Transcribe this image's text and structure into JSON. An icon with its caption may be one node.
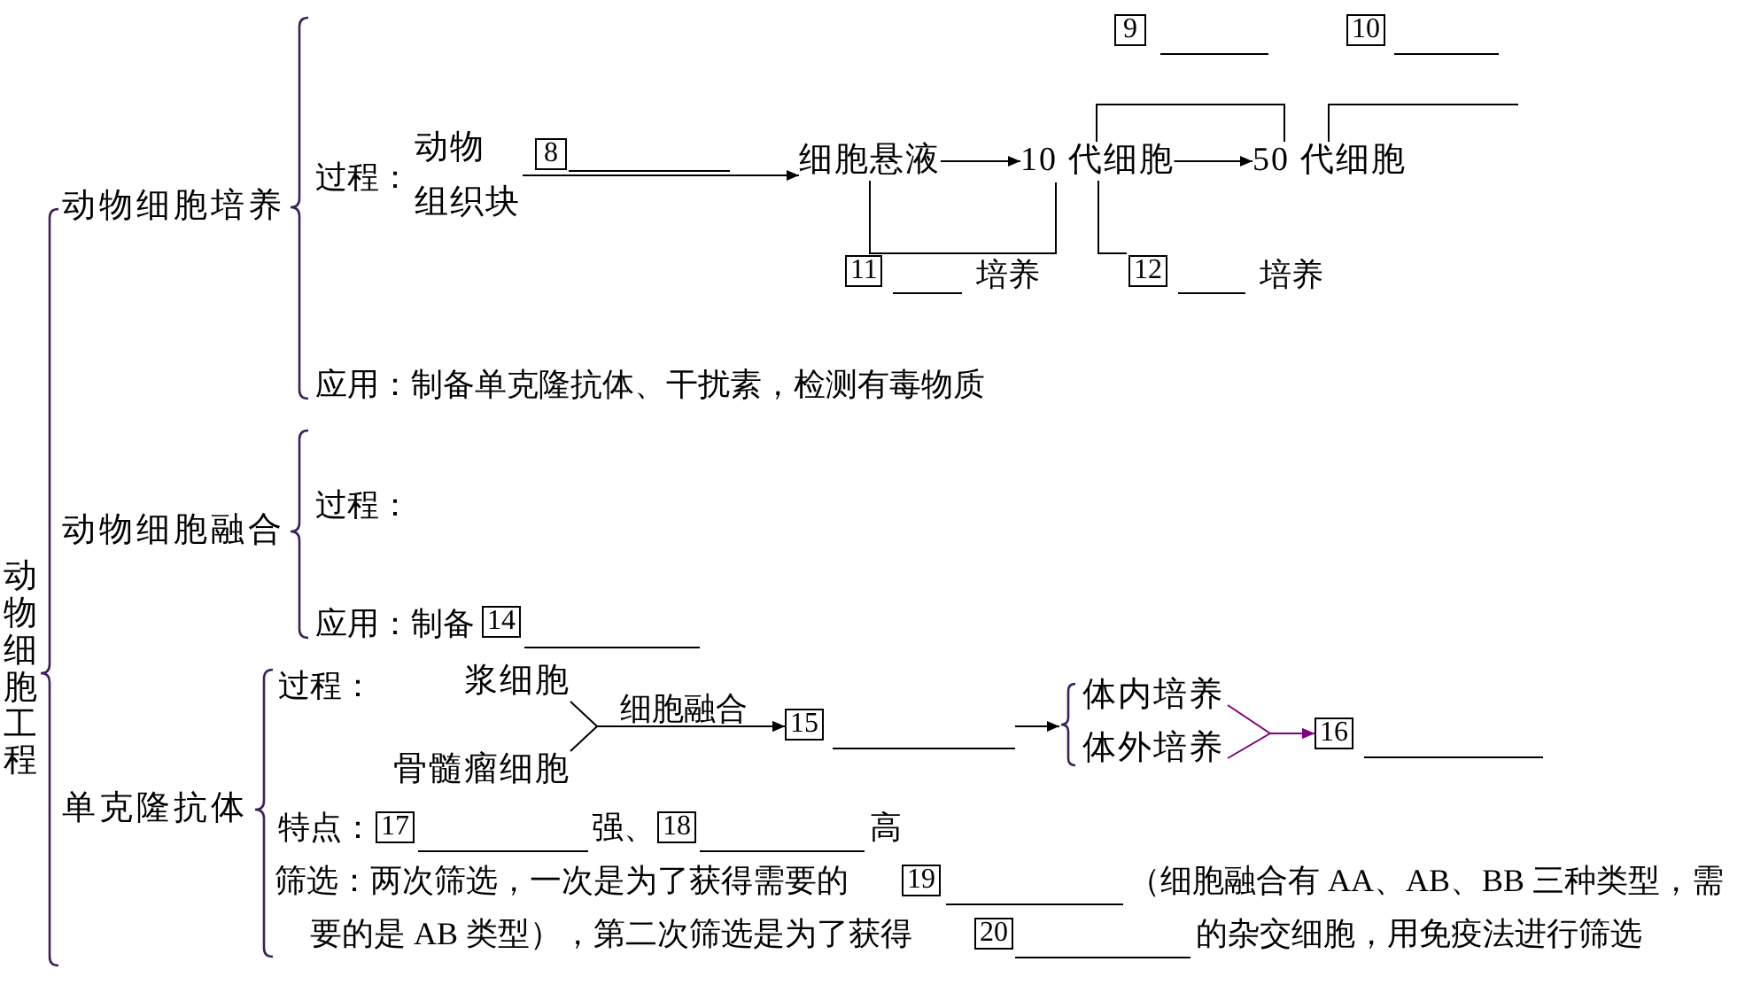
{
  "diagram": {
    "nodes": [
      {
        "text": [
          "9"
        ]
      },
      {
        "text": [
          "10"
        ]
      },
      {
        "text": [
          "动物组织块"
        ]
      },
      {
        "text": [
          "8"
        ]
      },
      {
        "text": [
          "细胞悬液"
        ]
      },
      {
        "text": [
          "10 代细胞"
        ]
      },
      {
        "text": [
          "50 代细胞"
        ]
      },
      {
        "text": [
          "11"
        ],
        "beside": [
          "培养"
        ]
      },
      {
        "text": [
          "12"
        ],
        "beside": [
          "培养"
        ]
      },
      {
        "text": [
          "14"
        ]
      },
      {
        "text": [
          "浆细胞"
        ]
      },
      {
        "text": [
          "骨髓瘤细胞"
        ]
      },
      {
        "text": [
          "15"
        ]
      },
      {
        "text": [
          "体内培养"
        ]
      },
      {
        "text": [
          "体外培养"
        ]
      },
      {
        "text": [
          "16"
        ]
      },
      {
        "text": [
          "17"
        ],
        "beside": [
          "强、"
        ]
      },
      {
        "text": [
          "18"
        ],
        "beside": [
          "高"
        ]
      },
      {
        "text": [
          "19"
        ]
      },
      {
        "text": [
          "20"
        ]
      }
    ],
    "edges": [
      {
        "from": 2,
        "to": 4,
        "arrow": "to"
      },
      {
        "from": 4,
        "to": 5,
        "arrow": "to"
      },
      {
        "from": 5,
        "to": 6,
        "arrow": "to"
      },
      {
        "from": 10,
        "to": 12,
        "arrow": "to",
        "label": "细胞融合"
      },
      {
        "from": 11,
        "to": 12,
        "arrow": "to"
      },
      {
        "from": 12,
        "to": 13,
        "arrow": "to"
      },
      {
        "from": 12,
        "to": 14,
        "arrow": "to"
      },
      {
        "from": 13,
        "to": 15,
        "arrow": "to",
        "color": "#800080"
      },
      {
        "from": 14,
        "to": 15,
        "arrow": "to",
        "color": "#800080"
      }
    ],
    "labels": [
      "动物细胞工程",
      "动物细胞培养",
      "过程：",
      "应用：制备单克隆抗体、干扰素，检测有毒物质",
      "动物细胞融合",
      "过程：",
      "应用：制备",
      "单克隆抗体",
      "过程：",
      "特点：",
      "筛选：两次筛选，一次是为了获得需要的",
      "（细胞融合有 AA、AB、BB 三种类型，需",
      "要的是 AB 类型），第二次筛选是为了获得",
      "的杂交细胞，用免疫法进行筛选"
    ]
  }
}
